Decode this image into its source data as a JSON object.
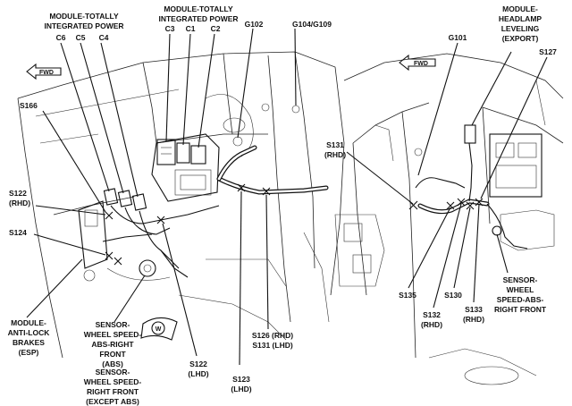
{
  "labels": {
    "module_tip": "MODULE-TOTALLY\nINTEGRATED POWER",
    "c6": "C6",
    "c5": "C5",
    "c4": "C4",
    "module_tip_2": "MODULE-TOTALLY\nINTEGRATED POWER",
    "c3": "C3",
    "c1": "C1",
    "c2": "C2",
    "g102": "G102",
    "g104_g109": "G104/G109",
    "s166": "S166",
    "s122_rhd": "S122\n(RHD)",
    "s124": "S124",
    "module_abs": "MODULE-\nANTI-LOCK\nBRAKES\n(ESP)",
    "sensor_abs": "SENSOR-\nWHEEL SPEED-\nABS-RIGHT\nFRONT\n(ABS)",
    "sensor_except_abs": "SENSOR-\nWHEEL SPEED-\nRIGHT FRONT\n(EXCEPT ABS)",
    "s122_lhd": "S122\n(LHD)",
    "s123_lhd": "S123\n(LHD)",
    "s126_s131": "S126 (RHD)\nS131 (LHD)",
    "g101": "G101",
    "headlamp": "MODULE-\nHEADLAMP\nLEVELING\n(EXPORT)",
    "s127": "S127",
    "s131_rhd": "S131\n(RHD)",
    "s135": "S135",
    "s132_rhd": "S132\n(RHD)",
    "s130": "S130",
    "s133_rhd": "S133\n(RHD)",
    "sensor_right": "SENSOR-\nWHEEL\nSPEED-ABS-\nRIGHT FRONT",
    "fwd_left": "FWD",
    "fwd_right": "FWD",
    "w_marker": "W"
  }
}
